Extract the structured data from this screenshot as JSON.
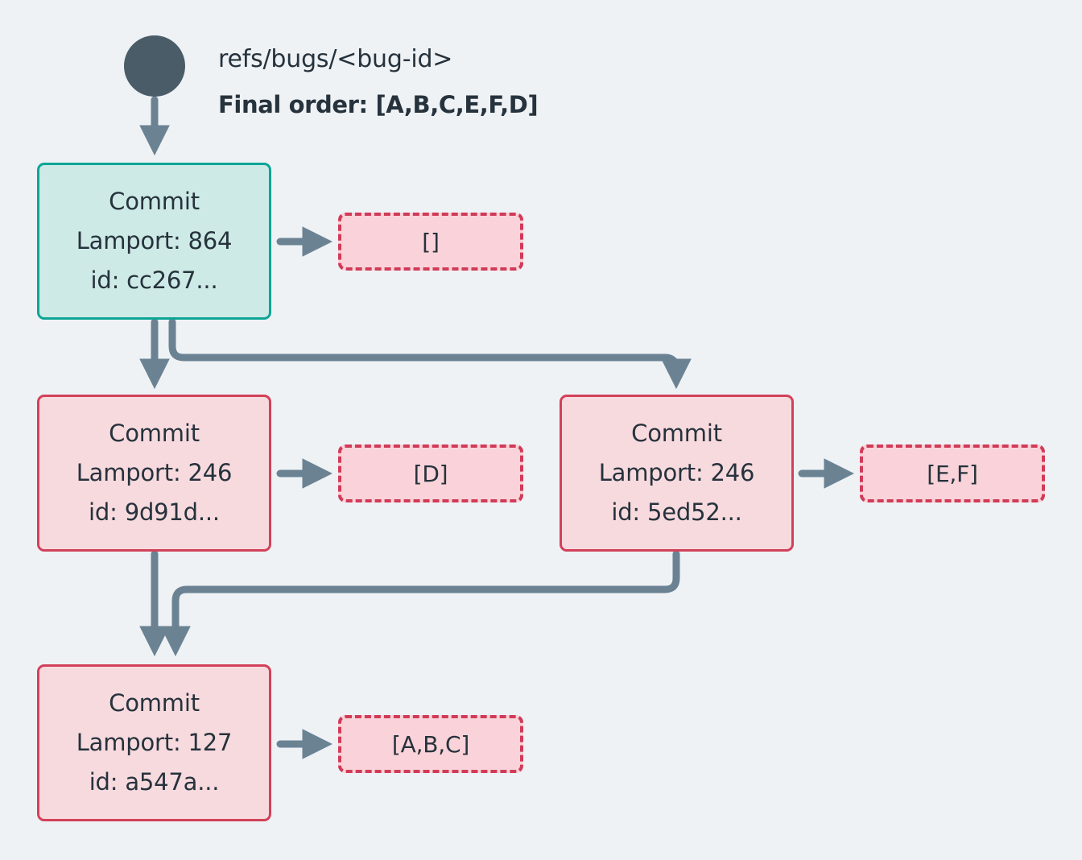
{
  "diagram": {
    "background_color": "#eef2f5",
    "edge_color": "#6b8293",
    "root_node_color": "#4a5c68",
    "text_color": "#26323c",
    "teal_accent": "#0ea596",
    "teal_fill": "#cdeae6",
    "red_accent": "#d24159",
    "red_fill": "#f7dade",
    "dashed_accent": "#d13b58",
    "dashed_fill": "#f9d3d9"
  },
  "header": {
    "ref_label": "refs/bugs/<bug-id>",
    "final_order_label": "Final order: [A,B,C,E,F,D]"
  },
  "commits": [
    {
      "title": "Commit",
      "lamport": "Lamport: 864",
      "id": "id: cc267...",
      "payload": "[]",
      "style": "teal"
    },
    {
      "title": "Commit",
      "lamport": "Lamport: 246",
      "id": "id: 9d91d...",
      "payload": "[D]",
      "style": "red"
    },
    {
      "title": "Commit",
      "lamport": "Lamport: 246",
      "id": "id: 5ed52...",
      "payload": "[E,F]",
      "style": "red"
    },
    {
      "title": "Commit",
      "lamport": "Lamport: 127",
      "id": "id: a547a...",
      "payload": "[A,B,C]",
      "style": "red"
    }
  ]
}
